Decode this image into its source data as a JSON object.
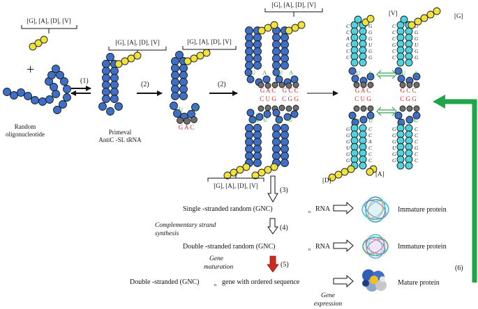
{
  "colors": {
    "blue_bead": "#3d6fc6",
    "cyan_bead": "#4fd3df",
    "yellow_bead": "#f0e23c",
    "gray_bead": "#6e6e6e",
    "red_text": "#d0302c",
    "green": "#2aa84a",
    "feedback_arrow": "#1fa64a",
    "maturation_arrow": "#cf2a1e"
  },
  "labels": {
    "amino_set": "[G], [A], [D], [V]",
    "plus": "+",
    "step1": "(1)",
    "step2a": "(2)",
    "step2b": "(2)",
    "random_oligo_1": "Random",
    "random_oligo_2": "oligonucleotide",
    "primeval_1": "Primeval",
    "primeval_2": "AntiC -SL  tRNA",
    "end_V": "[V]",
    "end_G": "[G]",
    "end_D": "[D]",
    "end_A": "[A]",
    "u": "U",
    "a": "A",
    "anticodon_gac": "G A C",
    "anticodons_top": "GAC    GCC",
    "codons_bottom": "CUG    CGG"
  },
  "stems": {
    "right_top_left_pair": [
      "C G",
      "C G",
      "A G",
      "C U",
      "C G",
      "C G"
    ],
    "right_top_right_pair": [
      "C G",
      "C G",
      "C G",
      "G U",
      "C G",
      "C G"
    ],
    "right_bottom_left_pair": [
      "G C",
      "G C",
      "G A",
      "U C",
      "G C",
      "G C"
    ],
    "right_bottom_right_pair": [
      "G C",
      "G C",
      "G C",
      "U G",
      "G C",
      "G C"
    ]
  },
  "flow": {
    "step3": "(3)",
    "line1": "Single -stranded random (GNC)",
    "line1_rna": "RNA",
    "immature1": "Immature protein",
    "comp_1": "Complementary strand",
    "comp_2": "synthesis",
    "step4": "(4)",
    "line2": "Double -stranded random (GNC)",
    "line2_rna": "RNA",
    "immature2": "Immature protein",
    "gene_1": "Gene",
    "gene_2": "maturation",
    "step5": "(5)",
    "line3": "Double -stranded (GNC)",
    "line3_rest": "gene  with ordered sequence",
    "mature": "Mature protein",
    "expr_1": "Gene",
    "expr_2": "expression",
    "subscript_n": "n",
    "step6": "(6)"
  }
}
